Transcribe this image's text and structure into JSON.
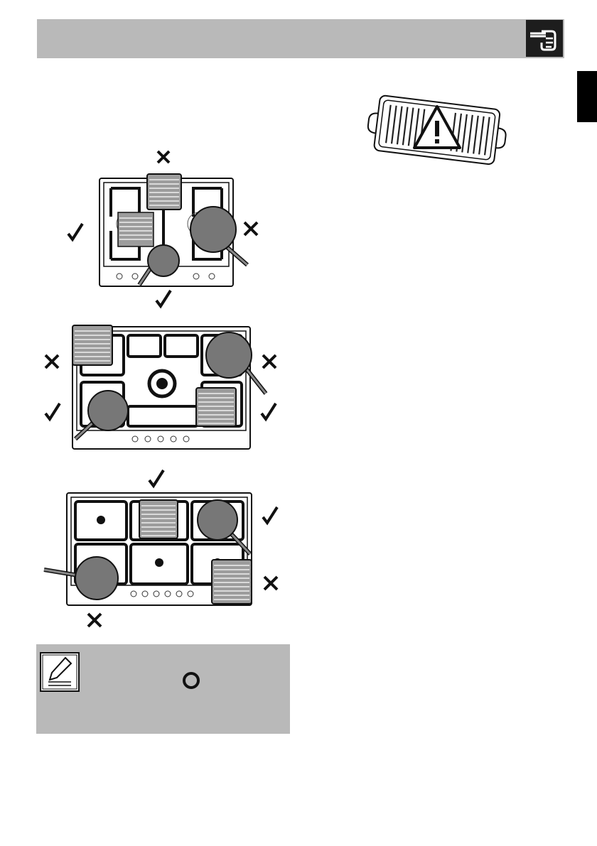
{
  "header": {
    "title": "",
    "icon": "pointing-hand-icon"
  },
  "side_tab": {
    "label": ""
  },
  "illustrations": {
    "grill_plate": {
      "icon": "warning-triangle-icon"
    },
    "hob_layouts": [
      {
        "name": "four-burner-hob",
        "marks": [
          "cross",
          "check",
          "cross",
          "check"
        ]
      },
      {
        "name": "five-burner-hob-central-wok",
        "marks": [
          "cross",
          "check",
          "cross",
          "check"
        ]
      },
      {
        "name": "five-burner-hob-wide",
        "marks": [
          "check",
          "check",
          "cross",
          "cross"
        ]
      }
    ]
  },
  "note": {
    "icon": "pencil-note-icon",
    "symbol": "circle-outline-icon",
    "text": ""
  },
  "colors": {
    "header_gray": "#b9b9b9",
    "note_gray": "#b9b9b9",
    "pan_gray": "#777777",
    "dark": "#1d1d1d"
  }
}
